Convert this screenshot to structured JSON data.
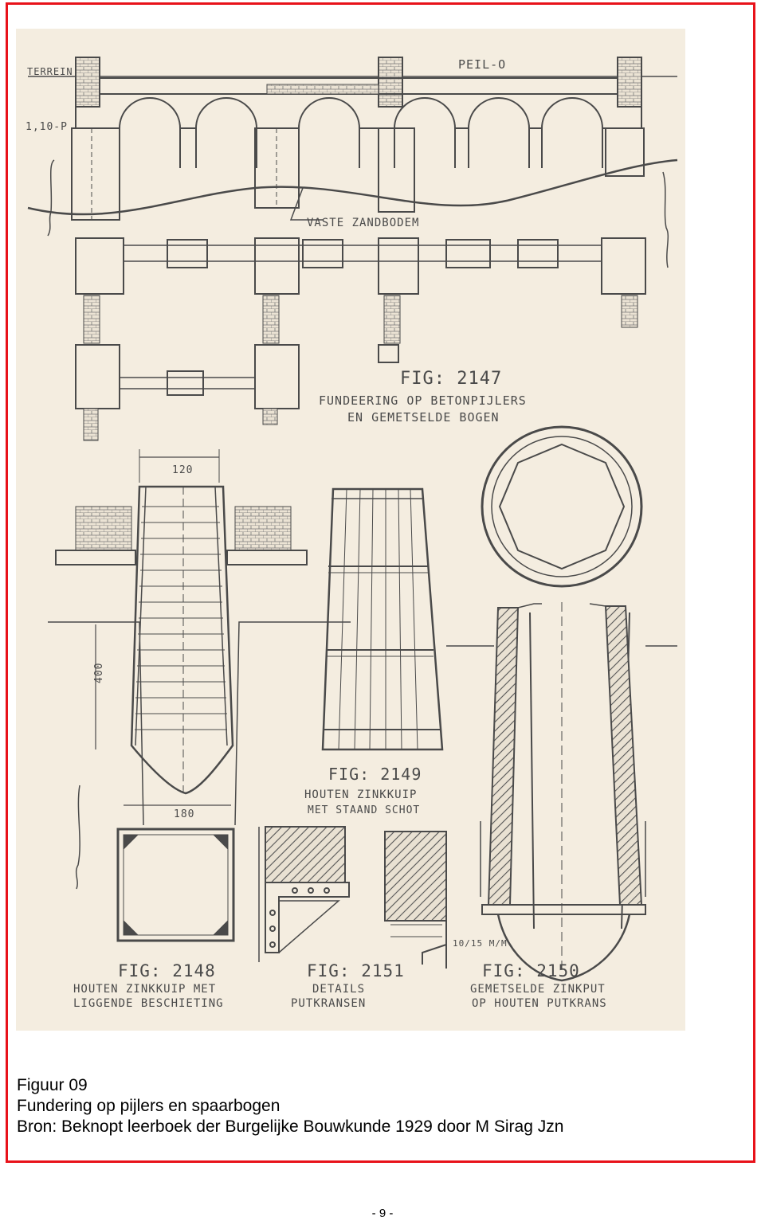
{
  "plate": {
    "terrain": "TERREIN",
    "level_zero": "PEIL-O",
    "level_depth": "1,10-P",
    "sand_layer": "VASTE ZANDBODEM",
    "fig2147": {
      "number": "FIG: 2147",
      "title1": "FUNDEERING OP BETONPIJLERS",
      "title2": "EN GEMETSELDE BOGEN"
    },
    "fig2148": {
      "number": "FIG: 2148",
      "title1": "HOUTEN ZINKKUIP MET",
      "title2": "LIGGENDE BESCHIETING"
    },
    "fig2149": {
      "number": "FIG: 2149",
      "title1": "HOUTEN ZINKKUIP",
      "title2": "MET STAAND SCHOT"
    },
    "fig2150": {
      "number": "FIG: 2150",
      "title1": "GEMETSELDE ZINKPUT",
      "title2": "OP HOUTEN PUTKRANS"
    },
    "fig2151": {
      "number": "FIG: 2151",
      "title1": "DETAILS",
      "title2": "PUTKRANSEN"
    },
    "dim_top": "120",
    "dim_height": "400",
    "dim_bottom": "180",
    "dim_plank": "10/15 M/M"
  },
  "caption": {
    "line1": "Figuur 09",
    "line2": "Fundering op pijlers en spaarbogen",
    "line3": "Bron: Beknopt leerboek der Burgelijke Bouwkunde 1929 door M Sirag Jzn"
  },
  "page_number": "- 9 -",
  "colors": {
    "frame": "#e8121a",
    "paper": "#f4ede0",
    "ink": "#4a4a4a"
  }
}
